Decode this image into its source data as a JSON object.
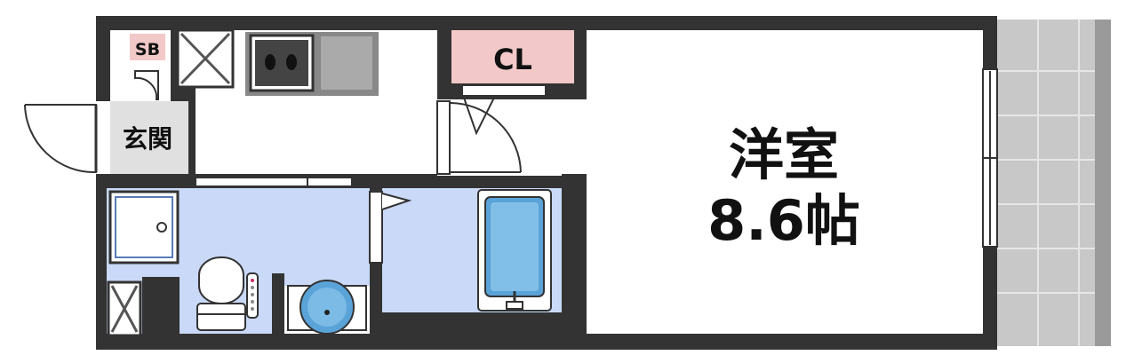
{
  "labels": {
    "shoe_box": "SB",
    "entrance": "玄関",
    "closet": "CL",
    "room_name": "洋室",
    "room_size": "8.6帖"
  },
  "colors": {
    "wall": "#333333",
    "wet_area": "#c9d9f7",
    "closet": "#f2c8c8",
    "balcony": "#c8c8c8",
    "entrance_floor": "#e0e0e0",
    "bathtub": "#5aa3d8"
  },
  "icons": [
    "door-swing-icon",
    "stove-icon",
    "washing-machine-icon",
    "toilet-icon",
    "washbasin-icon",
    "bathtub-icon",
    "window-icon",
    "storage-x-icon"
  ]
}
